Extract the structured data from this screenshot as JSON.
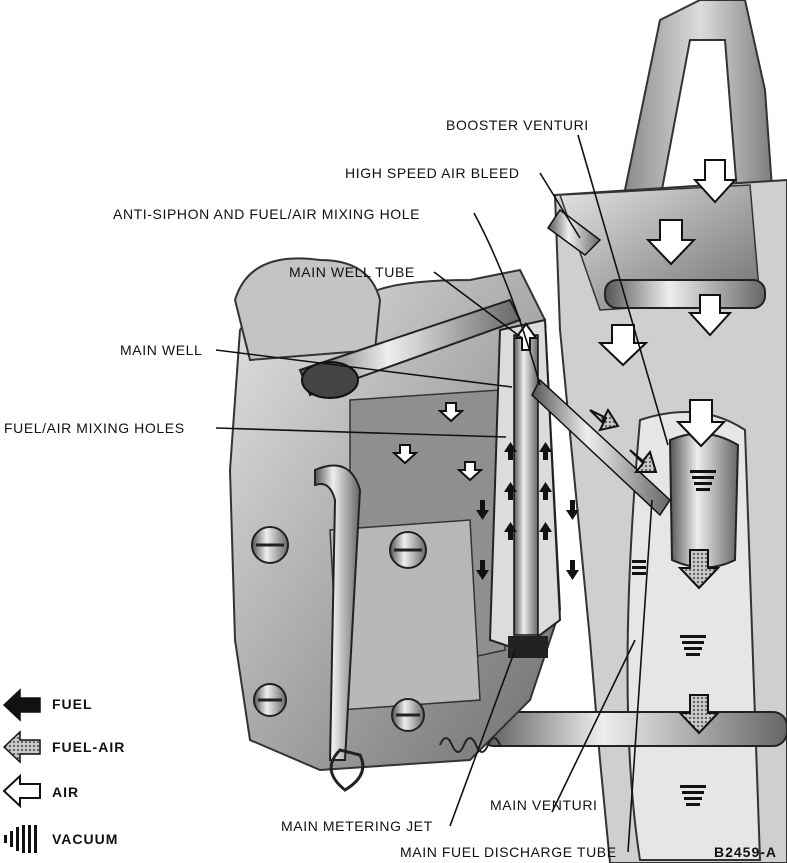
{
  "labels": {
    "booster_venturi": "BOOSTER VENTURI",
    "high_speed_air_bleed": "HIGH SPEED AIR BLEED",
    "anti_siphon": "ANTI-SIPHON AND FUEL/AIR MIXING HOLE",
    "main_well_tube": "MAIN WELL TUBE",
    "main_well": "MAIN WELL",
    "fuel_air_mixing_holes": "FUEL/AIR MIXING HOLES",
    "main_venturi": "MAIN VENTURI",
    "main_metering_jet": "MAIN METERING JET",
    "main_fuel_discharge_tube": "MAIN FUEL DISCHARGE TUBE"
  },
  "legend": {
    "fuel": "FUEL",
    "fuel_air": "FUEL-AIR",
    "air": "AIR",
    "vacuum": "VACUUM"
  },
  "figure_code": "B2459-A",
  "colors": {
    "fuel": "#111111",
    "fuel_air": "#9a9a9a",
    "air": "#ffffff",
    "metal_light": "#d6d6d6",
    "metal_mid": "#a8a8a8",
    "metal_dark": "#5a5a5a"
  }
}
